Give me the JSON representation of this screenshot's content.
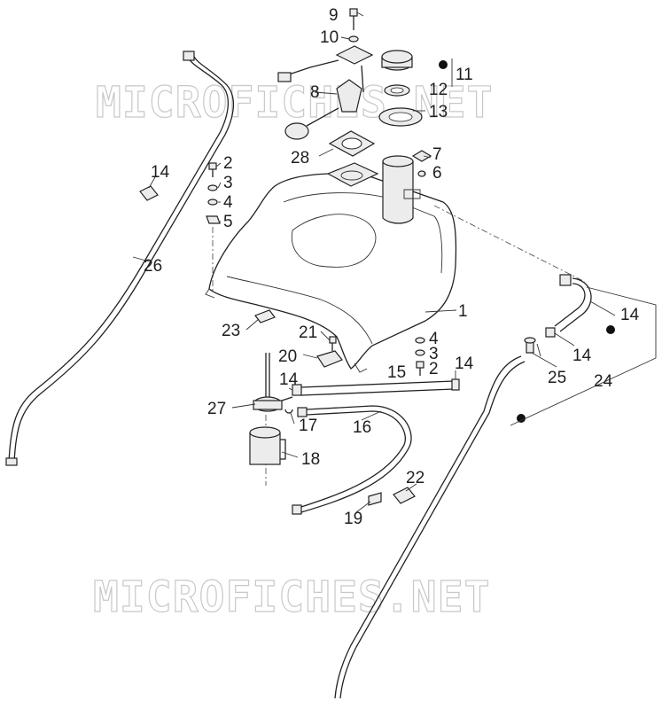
{
  "watermark": {
    "top": "MICROFICHES.NET",
    "bottom": "MICROFICHES.NET"
  },
  "callouts": {
    "c1": "1",
    "c2a": "2",
    "c2b": "2",
    "c3a": "3",
    "c3b": "3",
    "c4a": "4",
    "c4b": "4",
    "c5": "5",
    "c6": "6",
    "c7": "7",
    "c8": "8",
    "c9": "9",
    "c10": "10",
    "c11": "11",
    "c12": "12",
    "c13": "13",
    "c14a": "14",
    "c14b": "14",
    "c14c": "14",
    "c14d": "14",
    "c14e": "14",
    "c15": "15",
    "c16": "16",
    "c17": "17",
    "c18": "18",
    "c19": "19",
    "c20": "20",
    "c21": "21",
    "c22": "22",
    "c23": "23",
    "c24": "24",
    "c25": "25",
    "c26": "26",
    "c27": "27",
    "c28": "28"
  }
}
